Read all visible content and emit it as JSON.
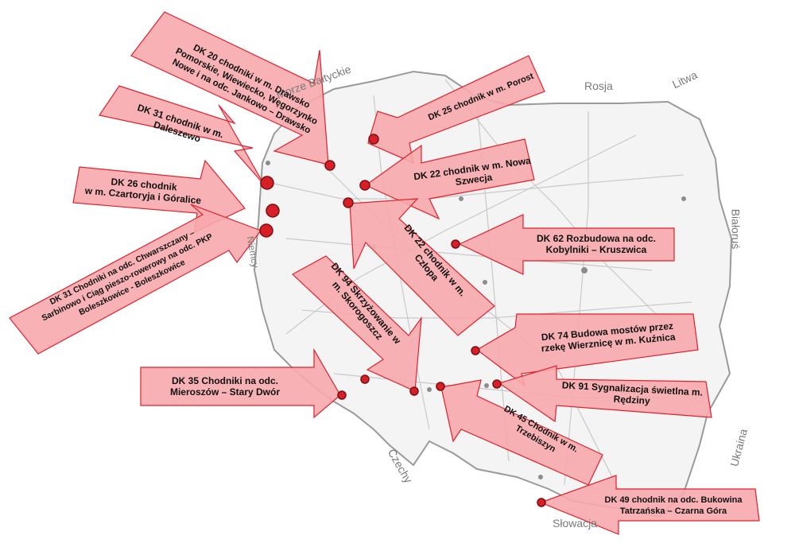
{
  "colors": {
    "arrow_fill": "#f7a8ac",
    "arrow_stroke": "#e0202a",
    "marker": "#d81e26",
    "country_fill": "#f4f4f4",
    "border": "#9a9a9a"
  },
  "geo_labels": {
    "sea": "Morze Bałtyckie",
    "rosja": "Rosja",
    "litwa": "Litwa",
    "bialorus": "Białoruś",
    "ukraina": "Ukraina",
    "slowacja": "Słowacja",
    "czechy": "Czechy",
    "niemcy": "Niemcy"
  },
  "annotations": [
    {
      "id": "dk20",
      "text": "DK 20 chodniki w m. Drawsko\nPomorskie, Wiewiecko, Węgorzynko\nNowe i na odc. Jankowo – Drawsko"
    },
    {
      "id": "dk25",
      "text": "DK 25 chodnik w m. Porost"
    },
    {
      "id": "dk31a",
      "text": "DK 31 chodnik w m.\nDaleszewo"
    },
    {
      "id": "dk22a",
      "text": "DK 22 chodnik w m. Nowa\nSzwecja"
    },
    {
      "id": "dk26",
      "text": "DK 26 chodnik\nw m. Czartoryja i Góralice"
    },
    {
      "id": "dk62",
      "text": "DK 62 Rozbudowa na odc.\nKobylniki – Kruszwica"
    },
    {
      "id": "dk22b",
      "text": "DK 22 chodnik w m.\nCzłopa"
    },
    {
      "id": "dk31b",
      "text": "DK 31 Chodniki na odc. Chwarszczany –\nSarbinowo i Ciąg pieszo-rowerowy na odc. PKP\nBoleszkowice - Boleszkowice"
    },
    {
      "id": "dk94",
      "text": "DK 94 Skrzyżowanie w\nm. Skorogoszcz"
    },
    {
      "id": "dk74",
      "text": "DK 74 Budowa mostów przez\nrzekę Wierznicę w m. Kuźnica"
    },
    {
      "id": "dk35",
      "text": "DK 35 Chodniki na odc.\nMieroszów – Stary Dwór"
    },
    {
      "id": "dk91",
      "text": "DK 91 Sygnalizacja świetlna m.\nRędziny"
    },
    {
      "id": "dk45",
      "text": "DK 45 Chodnik w m.\nTrzebiszyn"
    },
    {
      "id": "dk49",
      "text": "DK 49 chodnik na odc. Bukowina\nTatrzańska – Czarna Góra"
    }
  ]
}
